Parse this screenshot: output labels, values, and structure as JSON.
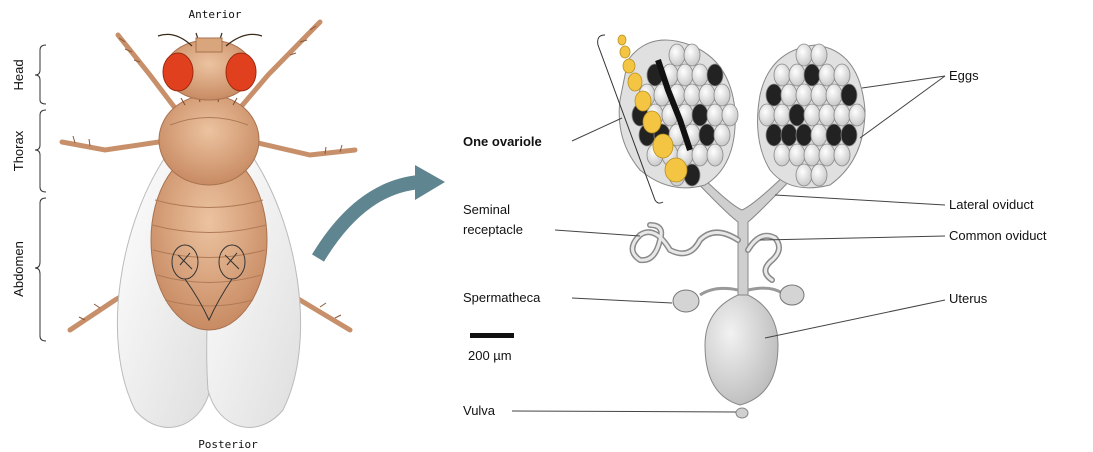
{
  "fly": {
    "anterior_label": "Anterior",
    "posterior_label": "Posterior",
    "segments": {
      "head": "Head",
      "thorax": "Thorax",
      "abdomen": "Abdomen"
    }
  },
  "ovary": {
    "labels": {
      "one_ovariole": "One ovariole",
      "eggs": "Eggs",
      "seminal_receptacle_line1": "Seminal",
      "seminal_receptacle_line2": "receptacle",
      "lateral_oviduct": "Lateral oviduct",
      "common_oviduct": "Common oviduct",
      "spermatheca": "Spermatheca",
      "uterus": "Uterus",
      "vulva": "Vulva"
    },
    "scale_bar": "200 µm"
  },
  "colors": {
    "body": "#d9a57c",
    "eye": "#e0401e",
    "arrow": "#5f8590",
    "ovariole_yellow": "#f3c542",
    "wing": "#f3f3f3"
  }
}
